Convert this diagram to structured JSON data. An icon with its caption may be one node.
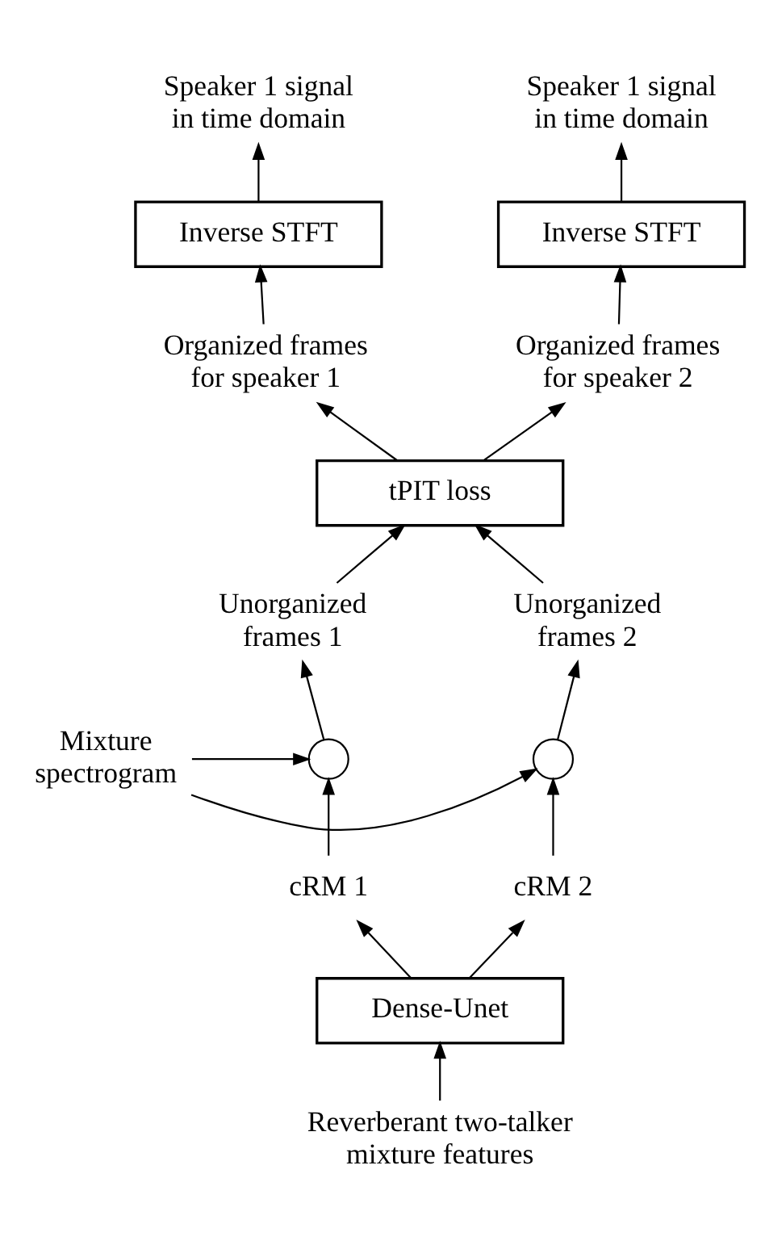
{
  "diagram": {
    "nodes": [
      {
        "text": [
          "Speaker 1 signal in time domain"
        ]
      },
      {
        "text": [
          "Speaker 1 signal in time domain"
        ]
      },
      {
        "text": [
          "Inverse STFT"
        ]
      },
      {
        "text": [
          "Inverse STFT"
        ]
      },
      {
        "text": [
          "Organized frames for speaker 1"
        ]
      },
      {
        "text": [
          "Organized frames for speaker 2"
        ]
      },
      {
        "text": [
          "tPIT loss"
        ]
      },
      {
        "text": [
          "Unorganized frames 1"
        ]
      },
      {
        "text": [
          "Unorganized frames 2"
        ]
      },
      {
        "text": [
          "Mixture spectrogram"
        ]
      },
      {
        "text": [],
        "shape": "circle"
      },
      {
        "text": [],
        "shape": "circle"
      },
      {
        "text": [
          "cRM 1"
        ]
      },
      {
        "text": [
          "cRM 2"
        ]
      },
      {
        "text": [
          "Dense-Unet"
        ]
      },
      {
        "text": [
          "Reverberant two-talker mixture features"
        ]
      }
    ],
    "edges": [
      {
        "from": 15,
        "to": 14,
        "arrow": "to"
      },
      {
        "from": 14,
        "to": 12,
        "arrow": "to"
      },
      {
        "from": 14,
        "to": 13,
        "arrow": "to"
      },
      {
        "from": 12,
        "to": 10,
        "arrow": "to"
      },
      {
        "from": 13,
        "to": 11,
        "arrow": "to"
      },
      {
        "from": 9,
        "to": 10,
        "arrow": "to"
      },
      {
        "from": 9,
        "to": 11,
        "arrow": "to"
      },
      {
        "from": 10,
        "to": 7,
        "arrow": "to"
      },
      {
        "from": 11,
        "to": 8,
        "arrow": "to"
      },
      {
        "from": 7,
        "to": 6,
        "arrow": "to"
      },
      {
        "from": 8,
        "to": 6,
        "arrow": "to"
      },
      {
        "from": 6,
        "to": 4,
        "arrow": "to"
      },
      {
        "from": 6,
        "to": 5,
        "arrow": "to"
      },
      {
        "from": 4,
        "to": 2,
        "arrow": "to"
      },
      {
        "from": 5,
        "to": 3,
        "arrow": "to"
      },
      {
        "from": 2,
        "to": 0,
        "arrow": "to"
      },
      {
        "from": 3,
        "to": 1,
        "arrow": "to"
      }
    ]
  }
}
